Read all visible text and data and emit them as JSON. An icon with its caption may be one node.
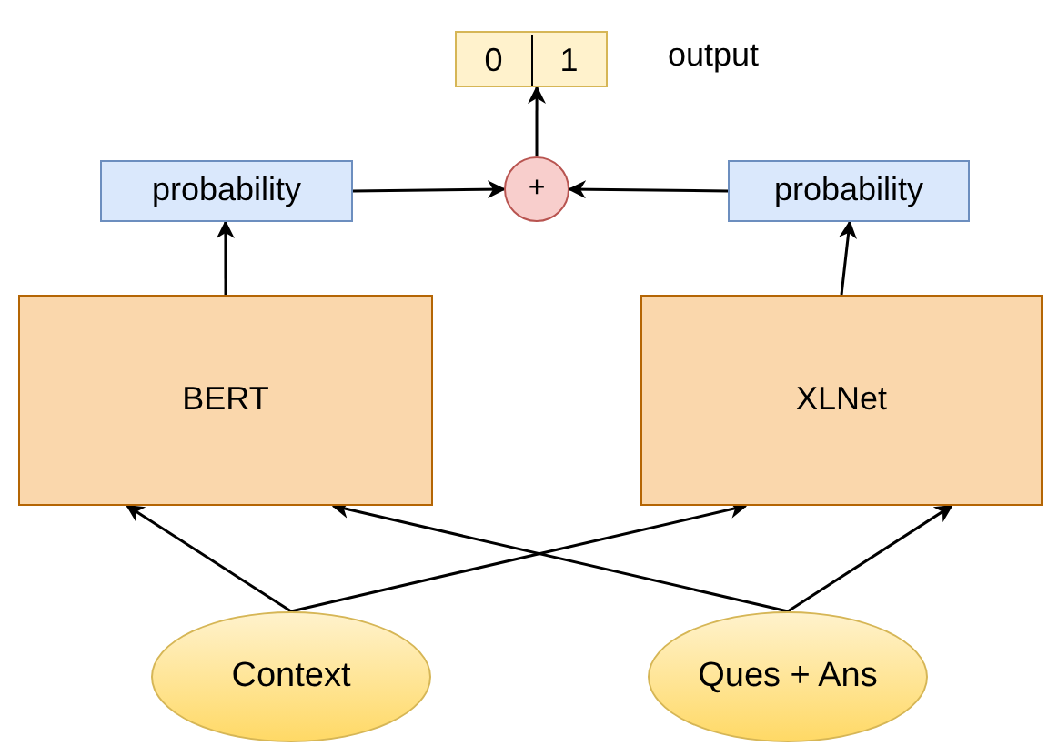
{
  "diagram": {
    "nodes": [
      {
        "text": [
          "0",
          "1"
        ],
        "beside": [
          "output"
        ]
      },
      {
        "text": [
          "+"
        ]
      },
      {
        "text": [
          "probability"
        ]
      },
      {
        "text": [
          "probability"
        ]
      },
      {
        "text": [
          "BERT"
        ]
      },
      {
        "text": [
          "XLNet"
        ]
      },
      {
        "text": [
          "Context"
        ]
      },
      {
        "text": [
          "Ques + Ans"
        ]
      }
    ],
    "edges": [
      {
        "from": 1,
        "to": 0,
        "arrow": "to"
      },
      {
        "from": 2,
        "to": 1,
        "arrow": "to"
      },
      {
        "from": 3,
        "to": 1,
        "arrow": "to"
      },
      {
        "from": 4,
        "to": 2,
        "arrow": "to"
      },
      {
        "from": 5,
        "to": 3,
        "arrow": "to"
      },
      {
        "from": 6,
        "to": 4,
        "arrow": "to"
      },
      {
        "from": 6,
        "to": 5,
        "arrow": "to"
      },
      {
        "from": 7,
        "to": 4,
        "arrow": "to"
      },
      {
        "from": 7,
        "to": 5,
        "arrow": "to"
      }
    ]
  }
}
